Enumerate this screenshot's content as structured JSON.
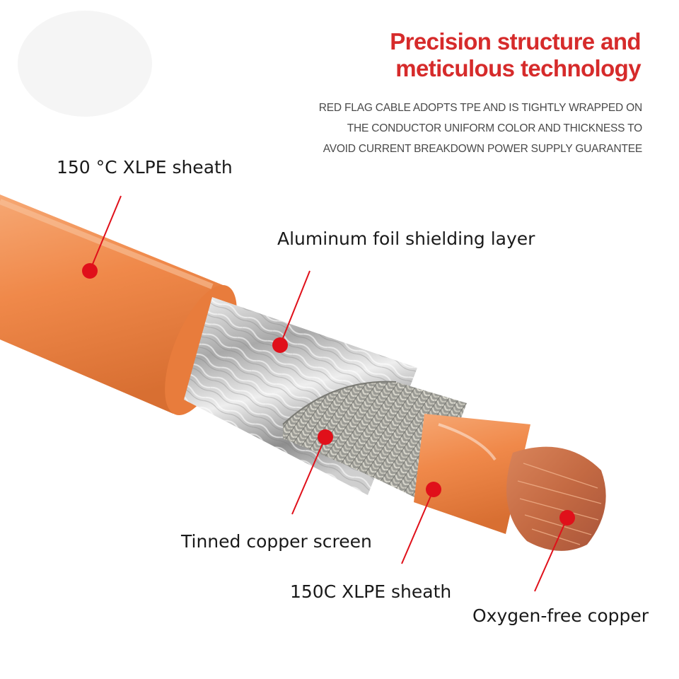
{
  "heading": {
    "line1": "Precision structure and",
    "line2": "meticulous technology"
  },
  "description": {
    "line1": "RED FLAG CABLE ADOPTS TPE AND IS TIGHTLY WRAPPED ON",
    "line2": "THE CONDUCTOR UNIFORM COLOR AND THICKNESS TO",
    "line3": "AVOID CURRENT BREAKDOWN POWER SUPPLY GUARANTEE"
  },
  "labels": {
    "outer_sheath": "150 °C XLPE sheath",
    "foil_shield": "Aluminum foil shielding layer",
    "copper_screen": "Tinned copper screen",
    "inner_sheath": "150C XLPE sheath",
    "conductor": "Oxygen-free copper"
  },
  "colors": {
    "accent_red": "#d62b2b",
    "marker_red": "#e0101a",
    "cable_orange": "#f0894a"
  }
}
